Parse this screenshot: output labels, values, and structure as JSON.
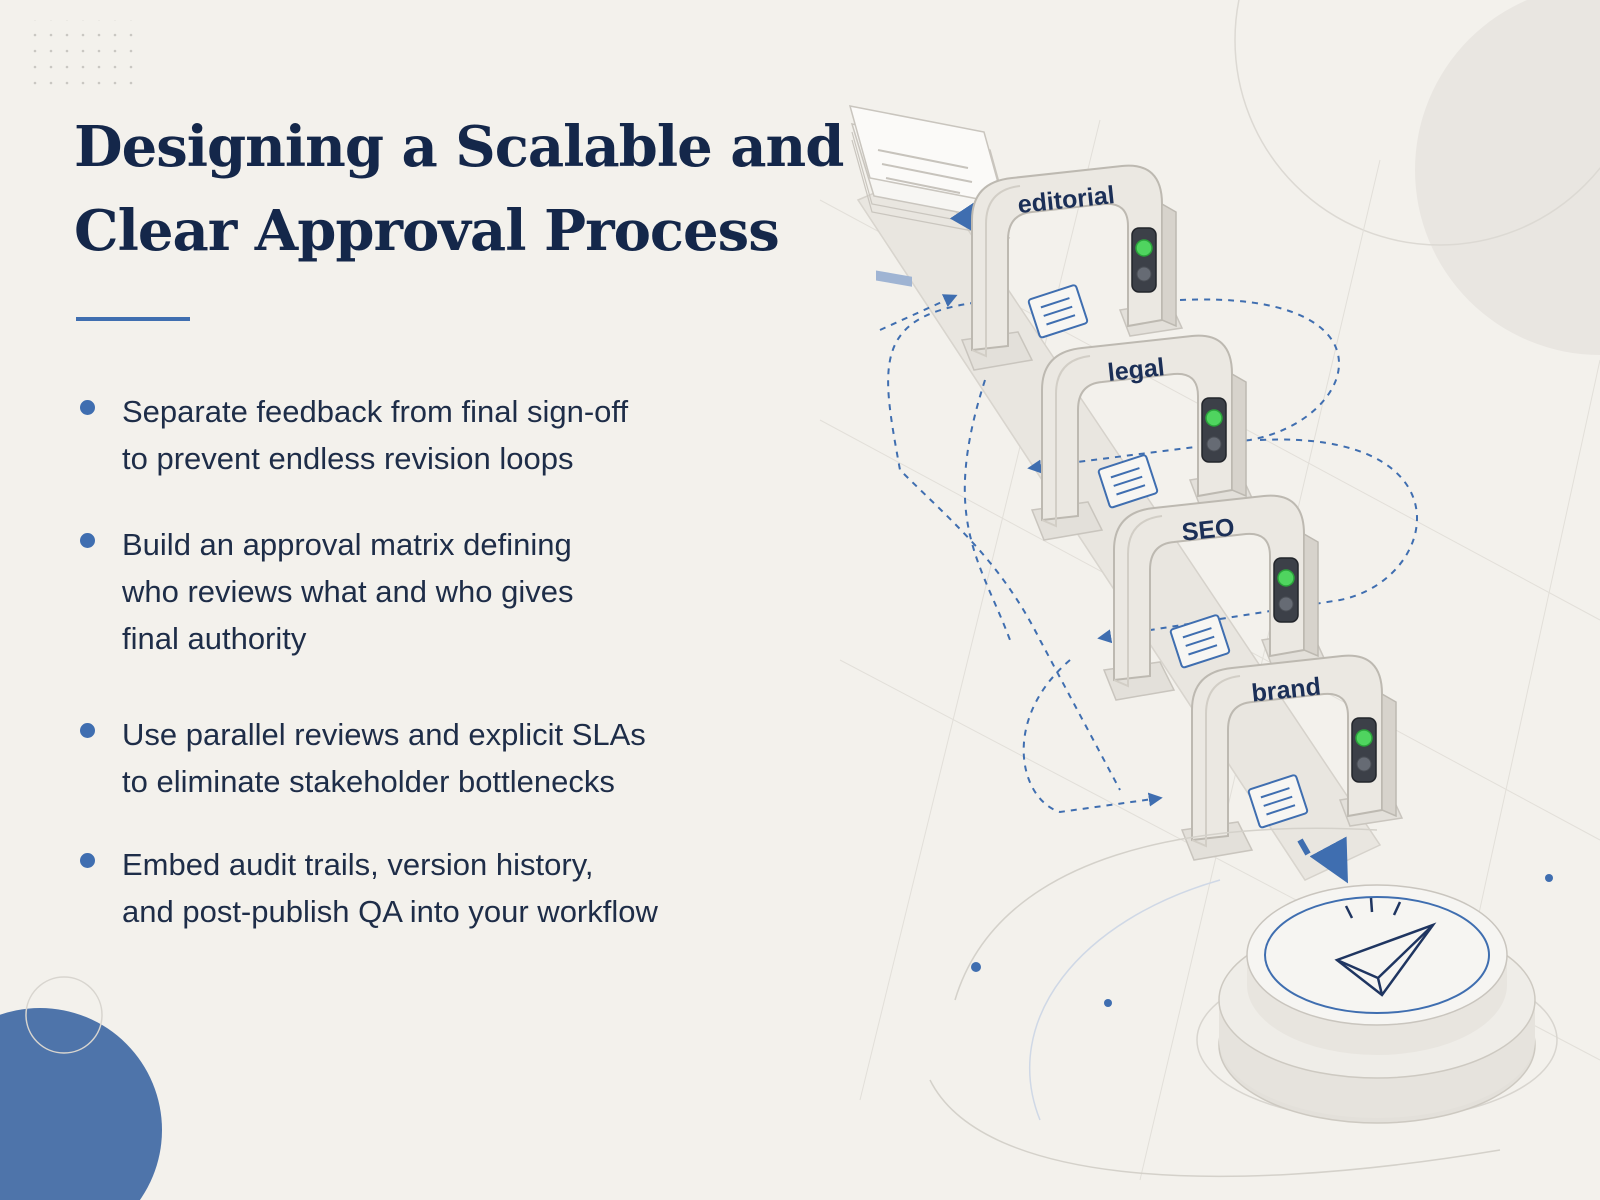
{
  "slide": {
    "title_lines": [
      "Designing a Scalable and",
      "Clear Approval Process"
    ],
    "bullets": [
      "Separate feedback from final sign-off\nto prevent endless revision loops",
      "Build an approval matrix defining\nwho reviews what and who gives\nfinal authority",
      "Use parallel reviews and explicit SLAs\nto eliminate stakeholder bottlenecks",
      "Embed audit trails, version history,\nand post-publish QA into your workflow"
    ]
  },
  "diagram": {
    "stages": [
      "editorial",
      "legal",
      "SEO",
      "brand"
    ],
    "indicator_color": "#4fd45f",
    "end_icon": "paper-plane-icon",
    "colors": {
      "accent": "#3f6eb0",
      "ink": "#14274a",
      "gate": "#ebe8e2"
    }
  }
}
